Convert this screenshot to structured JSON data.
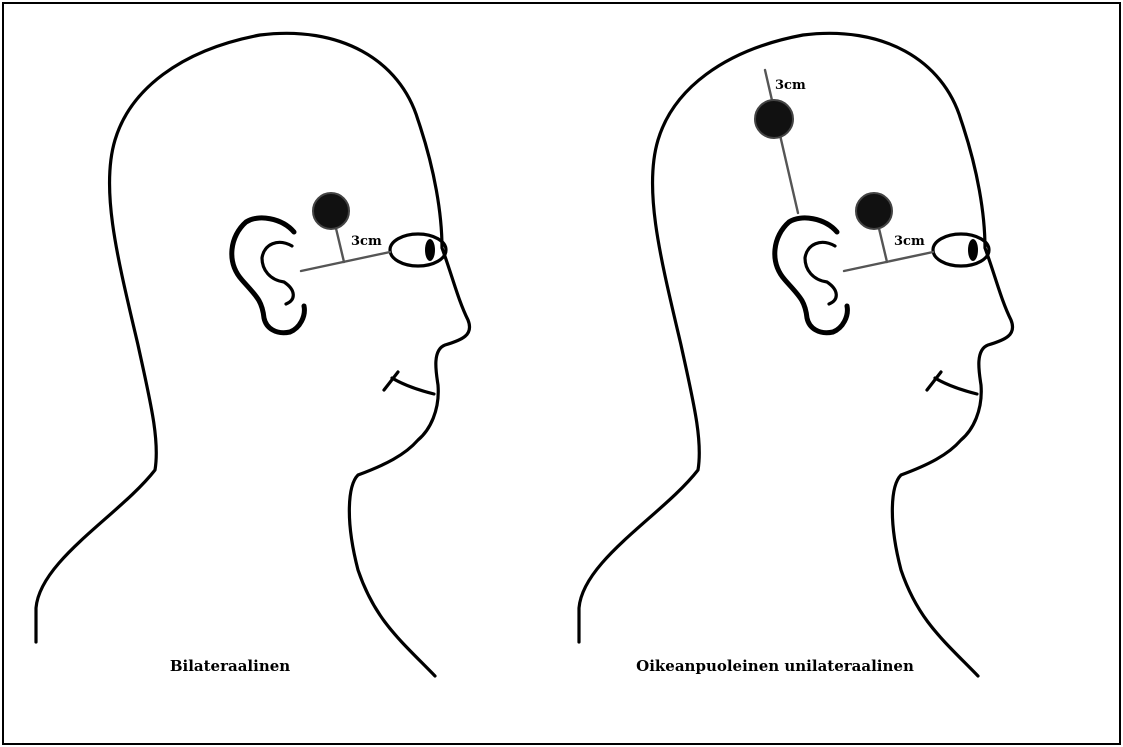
{
  "panels": [
    {
      "caption": "Bilateraalinen",
      "measurements": [
        "3cm"
      ]
    },
    {
      "caption": "Oikeanpuoleinen unilateraalinen",
      "measurements": [
        "3cm",
        "3cm"
      ]
    }
  ]
}
